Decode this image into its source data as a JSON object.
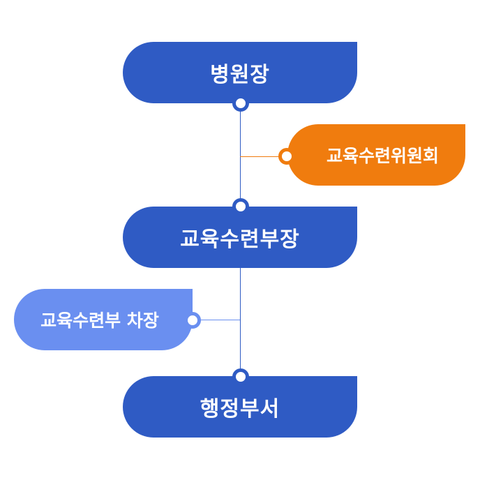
{
  "diagram": {
    "nodes": {
      "director": "병원장",
      "committee": "교육수련위원회",
      "training_head": "교육수련부장",
      "deputy_head": "교육수련부 차장",
      "admin": "행정부서"
    },
    "colors": {
      "primary": "#2f5bc4",
      "committee": "#f07c0e",
      "deputy": "#6a8ff0"
    }
  }
}
